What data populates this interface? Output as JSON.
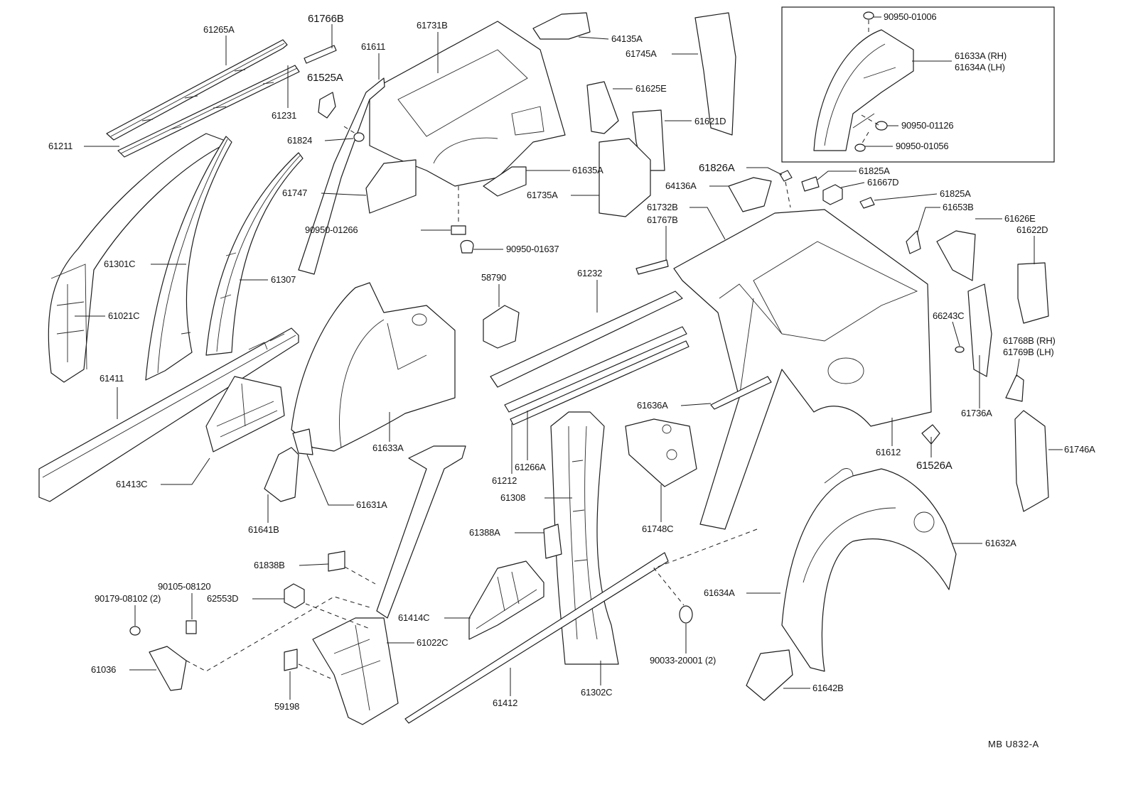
{
  "diagram": {
    "drawing_code": "MB U832-A",
    "callouts": [
      "61265A",
      "61766B",
      "61611",
      "61731B",
      "64135A",
      "61745A",
      "61525A",
      "61231",
      "61625E",
      "61211",
      "61824",
      "61621D",
      "61826A",
      "61825A",
      "61635A",
      "61747",
      "64136A",
      "61667D",
      "61735A",
      "61825A",
      "61732B",
      "61767B",
      "61653B",
      "61626E",
      "61622D",
      "90950-01266",
      "90950-01637",
      "61301C",
      "58790",
      "61232",
      "61307",
      "61021C",
      "66243C",
      "61768B (RH)",
      "61769B (LH)",
      "61411",
      "61636A",
      "61736A",
      "61633A",
      "61612",
      "61746A",
      "61526A",
      "61266A",
      "61212",
      "61413C",
      "61308",
      "61631A",
      "61641B",
      "61748C",
      "61388A",
      "61632A",
      "61838B",
      "90105-08120",
      "90179-08102 (2)",
      "62553D",
      "61634A",
      "61414C",
      "61022C",
      "90033-20001 (2)",
      "61036",
      "61302C",
      "61642B",
      "61412",
      "59198"
    ],
    "inset": {
      "callouts": [
        "90950-01006",
        "61633A (RH)",
        "61634A (LH)",
        "90950-01126",
        "90950-01056"
      ]
    }
  }
}
